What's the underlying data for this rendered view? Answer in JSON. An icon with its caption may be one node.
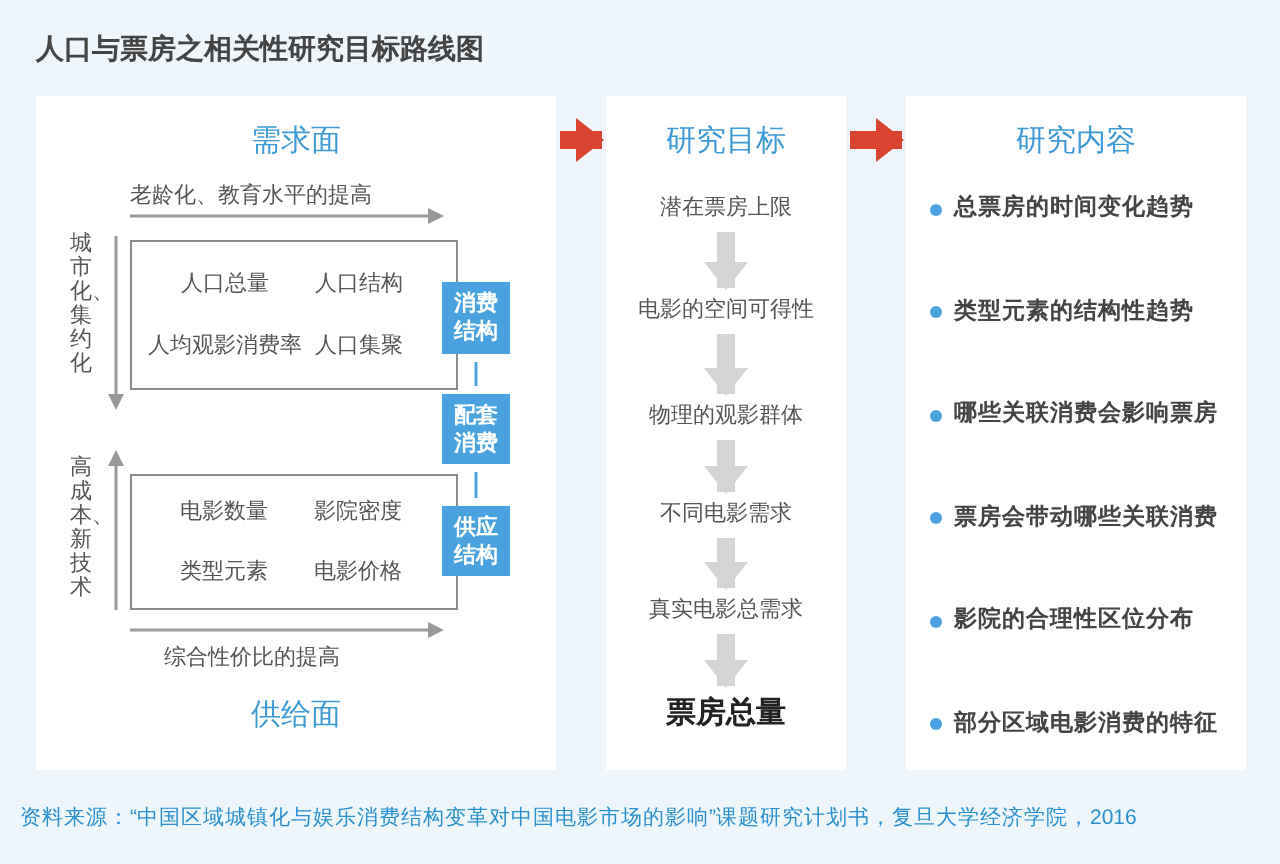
{
  "diagram": {
    "title": "人口与票房之相关性研究目标路线图",
    "nodes": [
      {
        "text": [
          "需求面",
          "供给面"
        ]
      },
      {
        "text": [
          "人口总量",
          "人口结构",
          "人均观影消费率",
          "人口集聚"
        ],
        "in": 0
      },
      {
        "text": [
          "电影数量",
          "影院密度",
          "类型元素",
          "电影价格"
        ],
        "in": 0
      },
      {
        "text": [
          "消费结构"
        ],
        "in": 0
      },
      {
        "text": [
          "配套消费"
        ],
        "in": 0
      },
      {
        "text": [
          "供应结构"
        ],
        "in": 0
      },
      {
        "text": [
          "研究目标"
        ]
      },
      {
        "text": [
          "潜在票房上限"
        ],
        "in": 6
      },
      {
        "text": [
          "电影的空间可得性"
        ],
        "in": 6
      },
      {
        "text": [
          "物理的观影群体"
        ],
        "in": 6
      },
      {
        "text": [
          "不同电影需求"
        ],
        "in": 6
      },
      {
        "text": [
          "真实电影总需求"
        ],
        "in": 6
      },
      {
        "text": [
          "票房总量"
        ],
        "in": 6
      },
      {
        "text": [
          "研究内容",
          "总票房的时间变化趋势",
          "类型元素的结构性趋势",
          "哪些关联消费会影响票房",
          "票房会带动哪些关联消费",
          "影院的合理性区位分布",
          "部分区域电影消费的特征"
        ]
      }
    ],
    "edges": [
      {
        "from": 0,
        "to": 6,
        "arrow": "to",
        "color": "#d9432f"
      },
      {
        "from": 6,
        "to": 13,
        "arrow": "to",
        "color": "#d9432f"
      },
      {
        "from": 3,
        "to": 4,
        "arrow": "none",
        "color": "#4aa3df"
      },
      {
        "from": 4,
        "to": 5,
        "arrow": "none",
        "color": "#4aa3df"
      },
      {
        "from": 7,
        "to": 8,
        "arrow": "to"
      },
      {
        "from": 8,
        "to": 9,
        "arrow": "to"
      },
      {
        "from": 9,
        "to": 10,
        "arrow": "to"
      },
      {
        "from": 10,
        "to": 11,
        "arrow": "to"
      },
      {
        "from": 11,
        "to": 12,
        "arrow": "to"
      }
    ],
    "labels": [
      "老龄化、教育水平的提高",
      "城市化、集约化",
      "高成本、新技术",
      "综合性价比的提高",
      "资料来源：“中国区域城镇化与娱乐消费结构变革对中国电影市场的影响”课题研究计划书，复旦大学经济学院，2016"
    ]
  }
}
